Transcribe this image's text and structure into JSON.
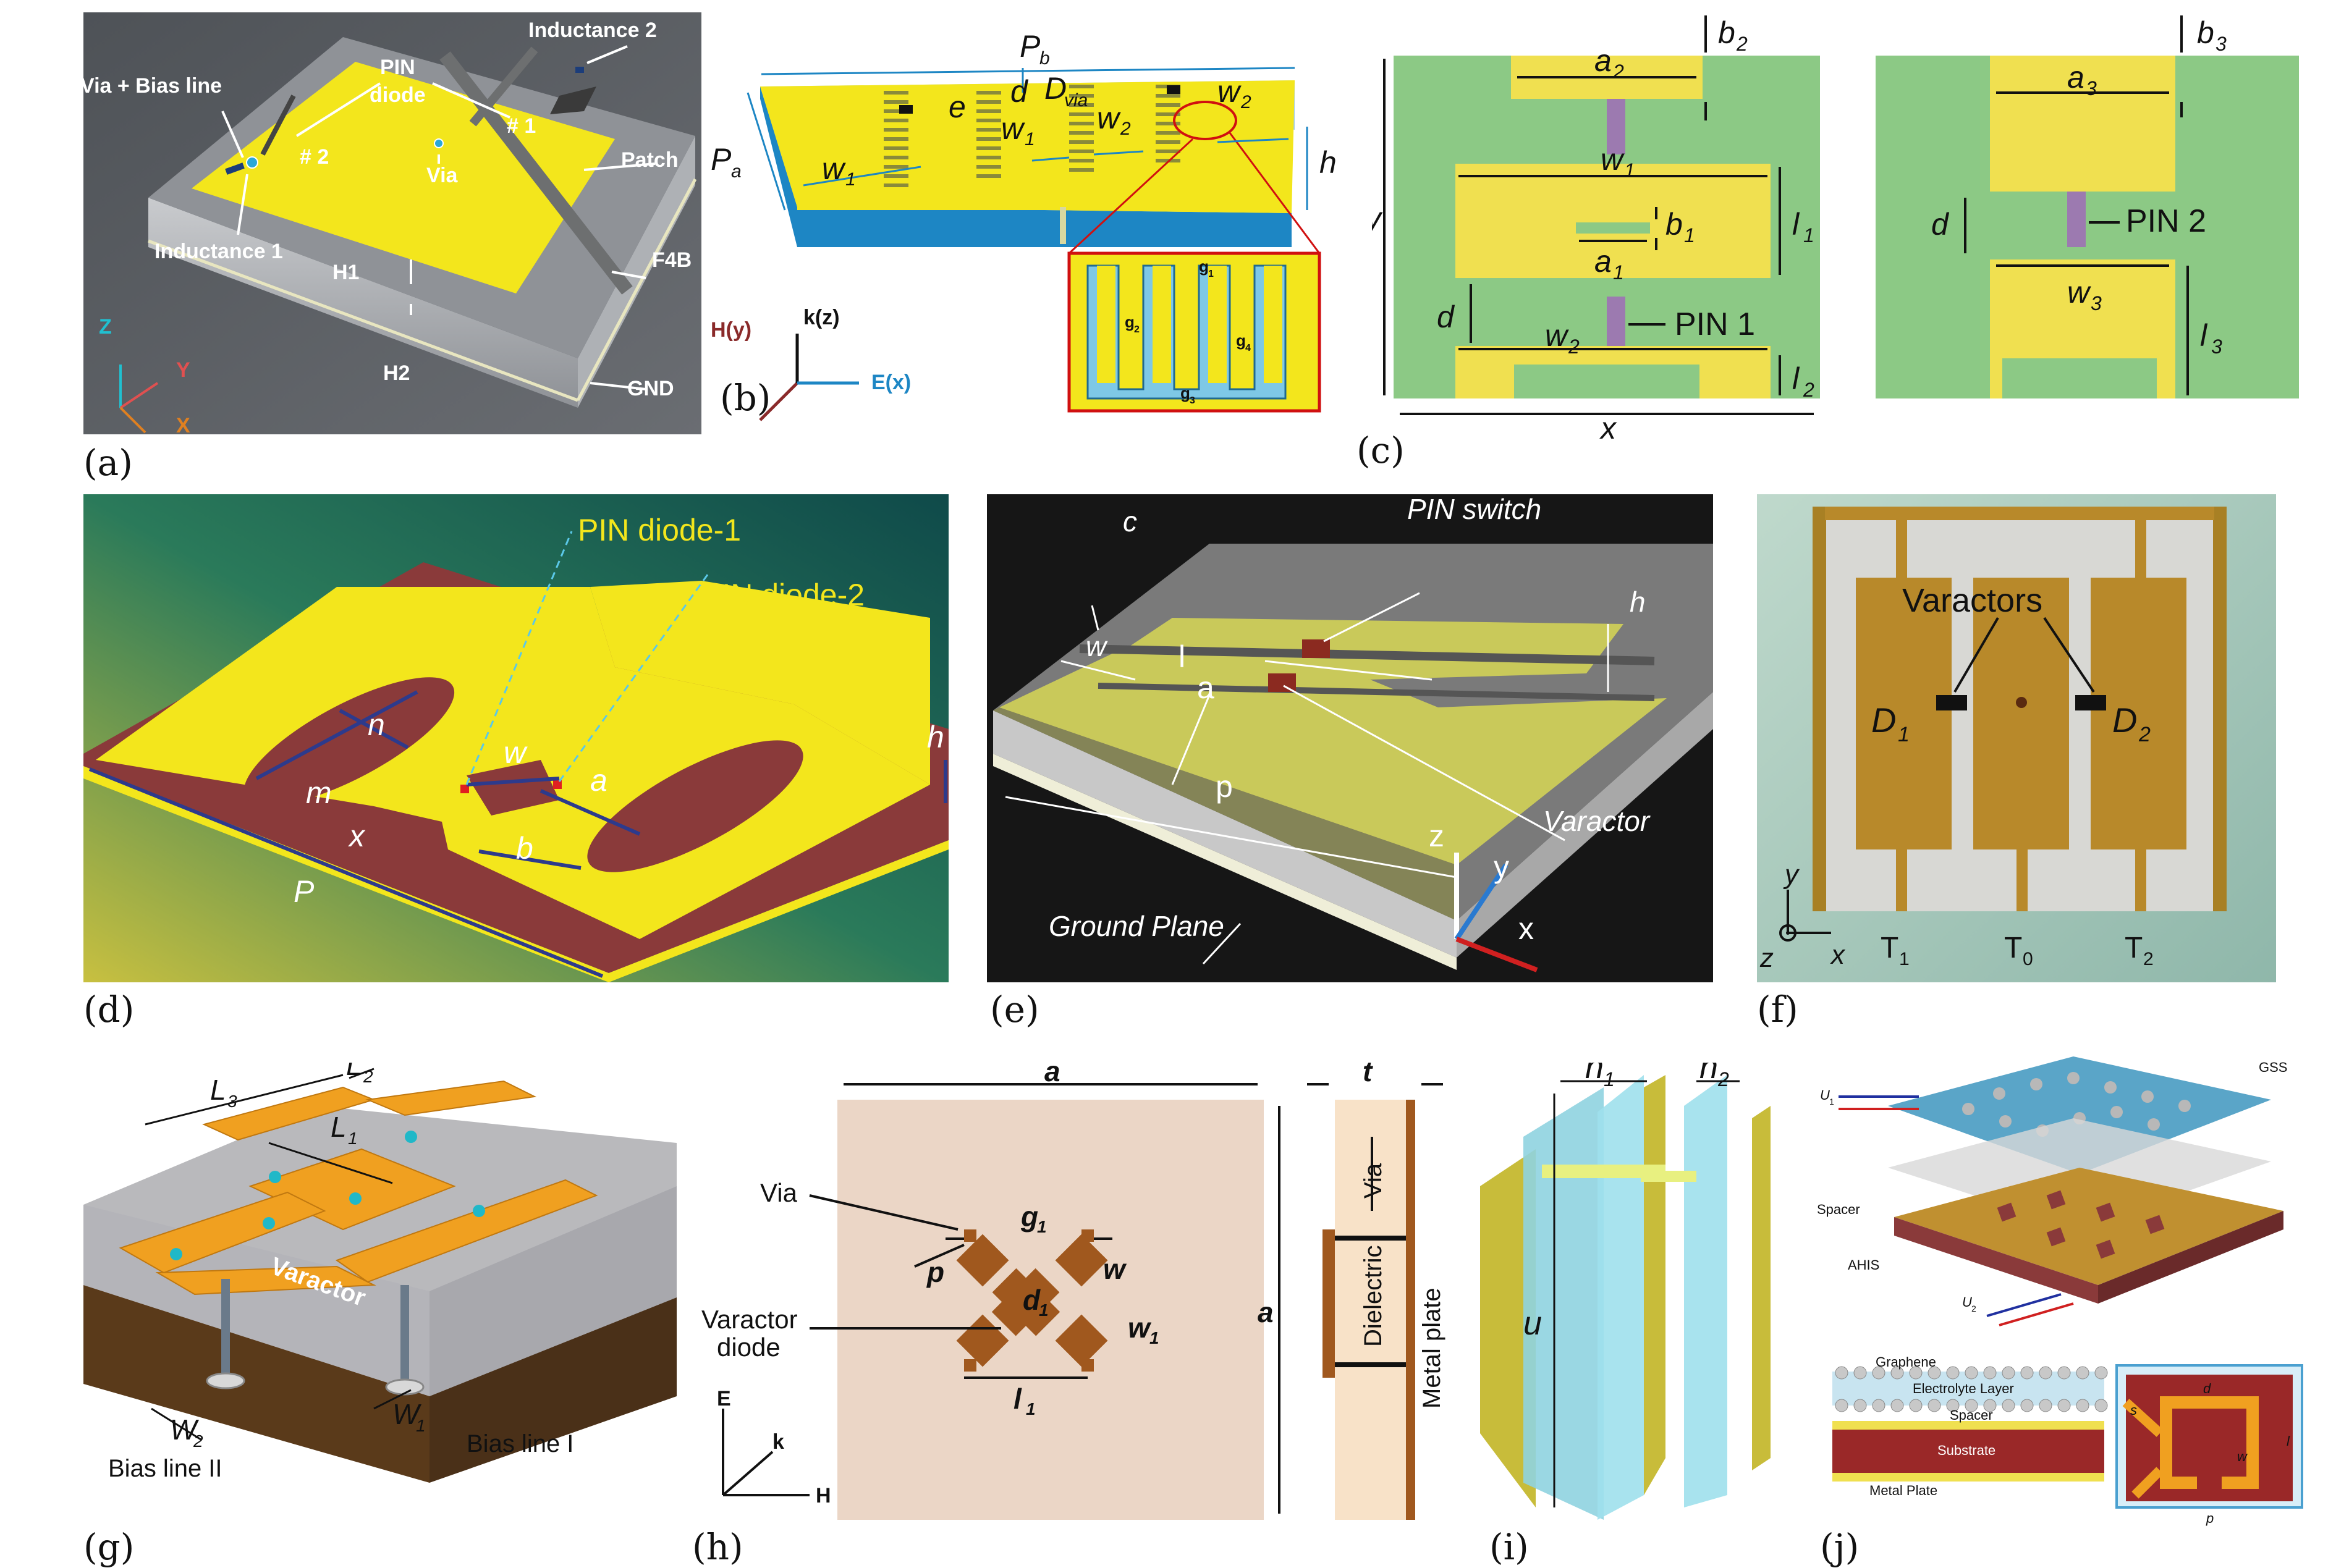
{
  "panels": {
    "a": {
      "label": "(a)",
      "texts": {
        "inductance2": "Inductance 2",
        "via_bias": "Via + Bias line",
        "pin_diode_1": "PIN",
        "pin_diode_2": "diode",
        "patch": "Patch",
        "via": "Via",
        "n2": "# 2",
        "n1": "# 1",
        "inductance1": "Inductance 1",
        "h1": "H1",
        "f4b": "F4B",
        "h2": "H2",
        "gnd": "GND",
        "axis_z": "Z",
        "axis_y": "Y",
        "axis_x": "X"
      }
    },
    "b": {
      "label": "(b)",
      "texts": {
        "pb": "P",
        "pb_sub": "b",
        "pa": "P",
        "pa_sub": "a",
        "d": "d",
        "dvia": "D",
        "dvia_sub": "via",
        "e": "e",
        "w1_left": "w",
        "w1_mid": "w",
        "w2_mid": "w",
        "w2_right": "w",
        "sub1": "1",
        "sub2": "2",
        "h": "h",
        "g1": "g",
        "g2": "g",
        "g3": "g",
        "g4": "g",
        "g1s": "1",
        "g2s": "2",
        "g3s": "3",
        "g4s": "4",
        "hy": "H(y)",
        "kz": "k(z)",
        "ex": "E(x)"
      }
    },
    "c": {
      "label": "(c)",
      "texts": {
        "a2": "a",
        "a2s": "2",
        "b2": "b",
        "b2s": "2",
        "w1": "w",
        "w1s": "1",
        "b1": "b",
        "b1s": "1",
        "l1": "l",
        "l1s": "1",
        "a1": "a",
        "a1s": "1",
        "y": "y",
        "d": "d",
        "pin1": "PIN 1",
        "w2": "w",
        "w2s": "2",
        "l2": "l",
        "l2s": "2",
        "x": "x",
        "a3": "a",
        "a3s": "3",
        "b3": "b",
        "b3s": "3",
        "d2": "d",
        "pin2": "PIN 2",
        "w3": "w",
        "w3s": "3",
        "l3": "l",
        "l3s": "3"
      }
    },
    "d": {
      "label": "(d)",
      "texts": {
        "pin1": "PIN diode-1",
        "pin2": "PIN diode-2",
        "n": "n",
        "m": "m",
        "w": "w",
        "h": "h",
        "x": "x",
        "a": "a",
        "b": "b",
        "p": "P"
      }
    },
    "e": {
      "label": "(e)",
      "texts": {
        "pin_switch": "PIN switch",
        "c": "c",
        "w": "w",
        "l": "l",
        "h": "h",
        "a": "a",
        "p": "p",
        "varactor": "Varactor",
        "z": "z",
        "y": "y",
        "x": "x",
        "ground": "Ground Plane"
      }
    },
    "f": {
      "label": "(f)",
      "texts": {
        "varactors": "Varactors",
        "d1": "D",
        "d1s": "1",
        "d2": "D",
        "d2s": "2",
        "y": "y",
        "z": "z",
        "x": "x",
        "t1": "T",
        "t1s": "1",
        "t0": "T",
        "t0s": "0",
        "t2": "T",
        "t2s": "2"
      }
    },
    "g": {
      "label": "(g)",
      "texts": {
        "l3": "L",
        "l3s": "3",
        "l2": "L",
        "l2s": "2",
        "l1": "L",
        "l1s": "1",
        "varactor": "Varactor",
        "w2": "W",
        "w2s": "2",
        "w1": "W",
        "w1s": "1",
        "bias2": "Bias line II",
        "bias1": "Bias line I"
      }
    },
    "h": {
      "label": "(h)",
      "texts": {
        "a_top": "a",
        "a_right": "a",
        "t": "t",
        "via": "Via",
        "varactor1": "Varactor",
        "varactor2": "diode",
        "g1": "g",
        "g1s": "1",
        "p": "p",
        "w": "w",
        "d1": "d",
        "d1s": "1",
        "w1": "w",
        "w1s": "1",
        "l1": "l",
        "l1s": "1",
        "e": "E",
        "k": "k",
        "hh": "H",
        "via_side": "Via",
        "dielectric": "Dielectric",
        "metal": "Metal plate"
      }
    },
    "i": {
      "label": "(i)",
      "texts": {
        "h1": "h",
        "h1s": "1",
        "h2": "h",
        "h2s": "2",
        "u": "u"
      }
    },
    "j": {
      "label": "(j)",
      "texts": {
        "gss": "GSS",
        "u1": "U",
        "u1s": "1",
        "spacer": "Spacer",
        "ahis": "AHIS",
        "u2": "U",
        "u2s": "2",
        "graphene": "Graphene",
        "electrolyte": "Electrolyte Layer",
        "spacer2": "Spacer",
        "substrate": "Substrate",
        "metal": "Metal Plate",
        "d": "d",
        "w": "w",
        "l": "l",
        "p": "p",
        "s": "s"
      }
    }
  },
  "colors": {
    "yellow_patch": "#f3e61c",
    "dark_gray_bg": "#5c6065",
    "substrate_blue": "#1d86c4",
    "green_c": "#8cc985",
    "maroon_d": "#8a3a3a",
    "olive_e": "#c9c95a",
    "gold_f": "#b8892a",
    "orange_g": "#f0a020",
    "brown_h": "#a0581e",
    "cyan_i": "#8fd3e0",
    "dimension_blue": "#2d3a8c"
  }
}
